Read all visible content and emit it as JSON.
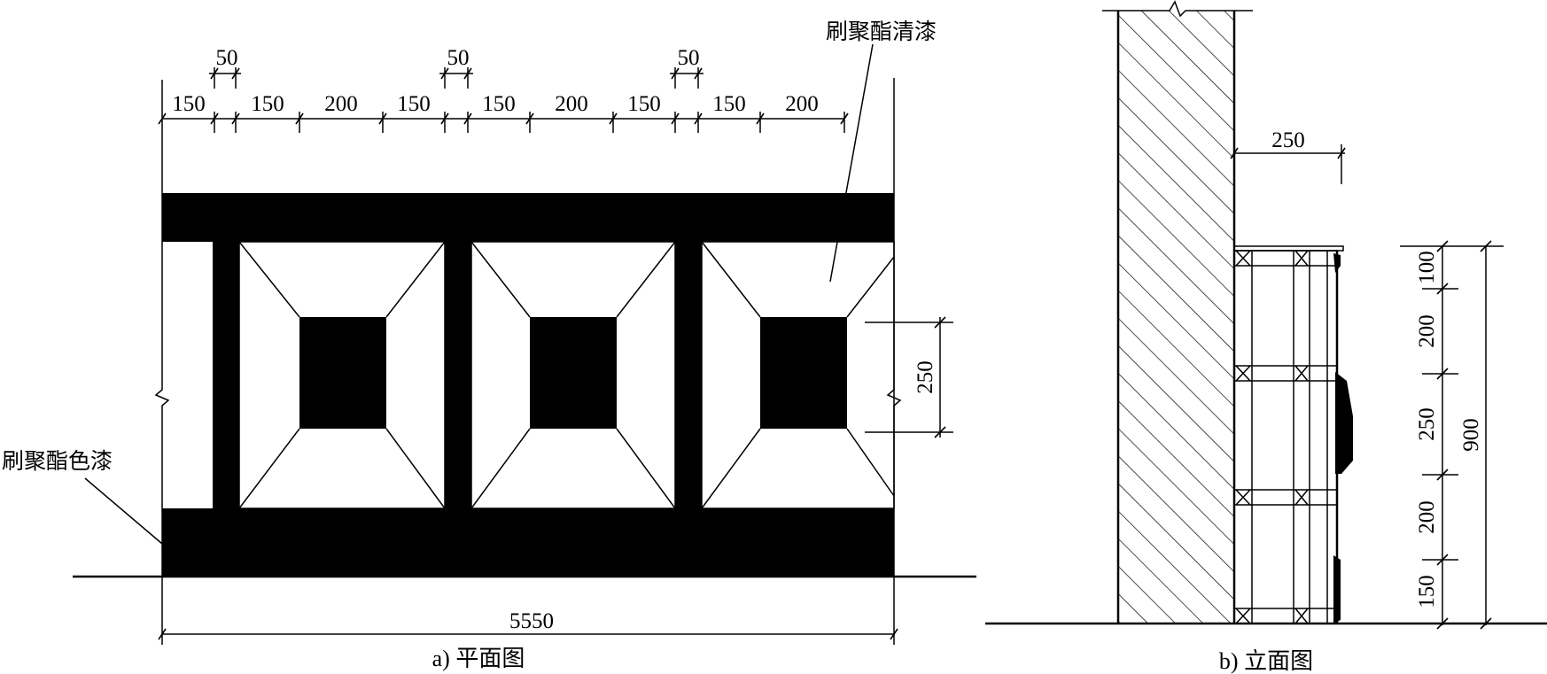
{
  "plan": {
    "caption": "a) 平面图",
    "top_dims_row2": [
      "150",
      "150",
      "200",
      "150",
      "150",
      "200",
      "150",
      "150",
      "200"
    ],
    "top_dims_row1": [
      "50",
      "50",
      "50"
    ],
    "right_dim": "250",
    "bottom_dim": "5550",
    "label_clear": "刷聚酯清漆",
    "label_color": "刷聚酯色漆"
  },
  "elevation": {
    "caption": "b) 立面图",
    "top_dim": "250",
    "right_dims": [
      "100",
      "200",
      "250",
      "200",
      "150"
    ],
    "total_dim": "900"
  }
}
